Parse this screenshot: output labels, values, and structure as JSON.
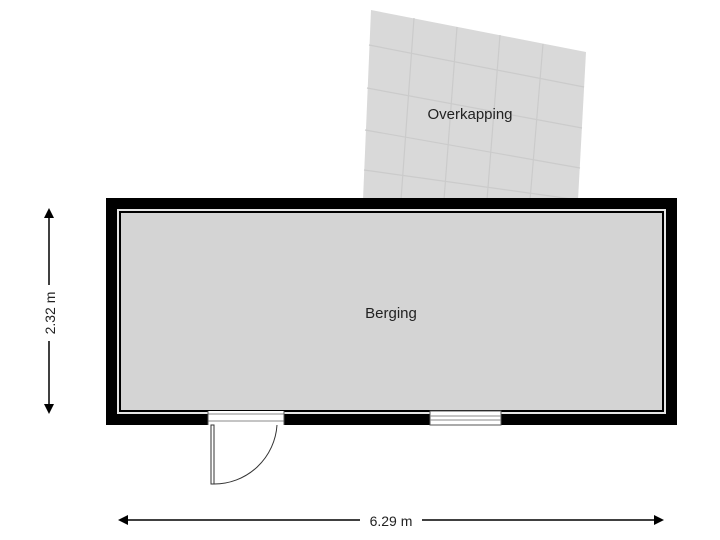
{
  "rooms": {
    "overkapping": {
      "name": "Overkapping"
    },
    "berging": {
      "name": "Berging"
    }
  },
  "dimensions": {
    "height": "2.32 m",
    "width": "6.29 m"
  },
  "colors": {
    "wall": "#000000",
    "floor": "#d4d4d4",
    "overkapping_floor": "#d9d9d9",
    "tile_line": "#c8c8c8",
    "dimension_line": "#000000"
  }
}
